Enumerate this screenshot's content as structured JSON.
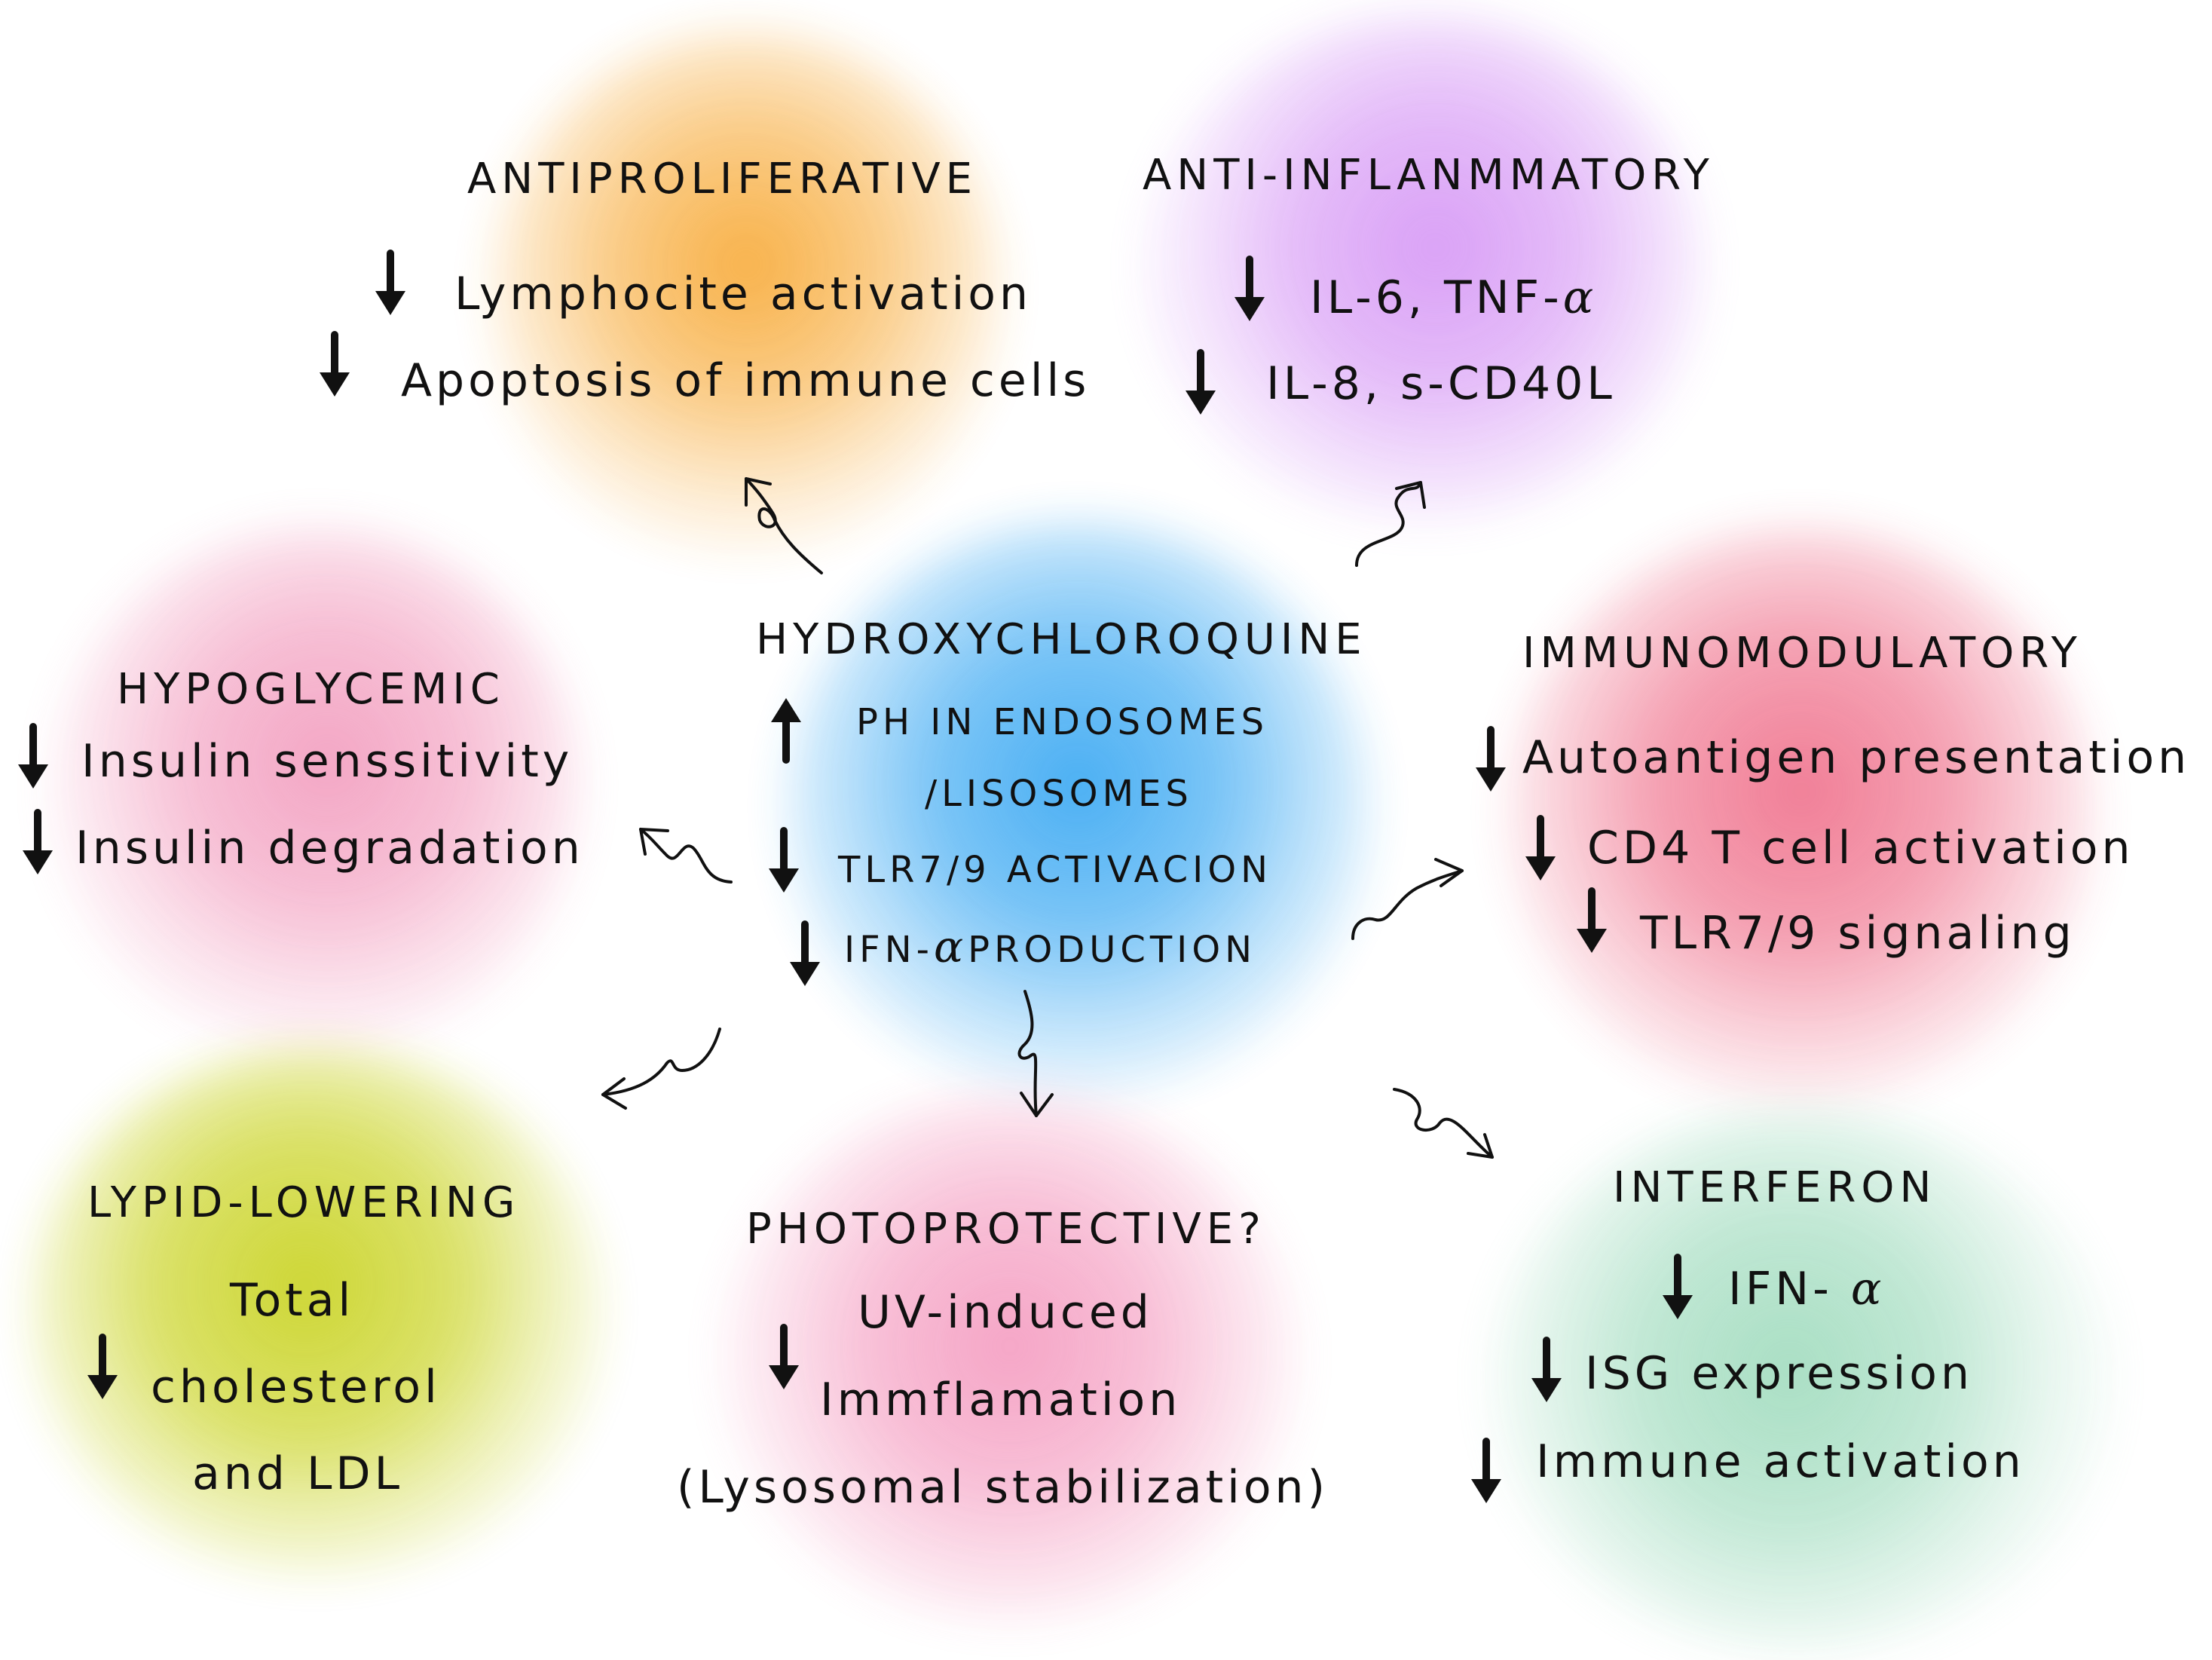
{
  "colors": {
    "antiproliferative": "#f7a833",
    "anti_inflammatory": "#d595f5",
    "hydroxychloroquine": "#35a6f2",
    "hypoglycemic": "#f29bbd",
    "immunomodulatory": "#ef6f8a",
    "lypid_lowering": "#c8d21d",
    "photoprotective": "#f49abf",
    "interferon": "#9fdbbd",
    "ink": "#111111"
  },
  "center": {
    "title": "HYDROXYCHLOROQUINE",
    "line1": "PH IN ENDOSOMES",
    "line2": "/LISOSOMES",
    "line3": "TLR7/9 ACTIVACION",
    "line4_prefix": "IFN-",
    "line4_greek": "α",
    "line4_suffix": "PRODUCTION"
  },
  "antiproliferative": {
    "title": "ANTIPROLIFERATIVE",
    "item1": "Lymphocite activation",
    "item2": "Apoptosis of immune cells"
  },
  "anti_inflammatory": {
    "title": "ANTI-INFLANMMATORY",
    "item1_prefix": "IL-6, TNF-",
    "item1_greek": "α",
    "item2": "IL-8, s-CD40L"
  },
  "hypoglycemic": {
    "title": "HYPOGLYCEMIC",
    "item1": "Insulin senssitivity",
    "item2": "Insulin degradation"
  },
  "immunomodulatory": {
    "title": "IMMUNOMODULATORY",
    "item1": "Autoantigen presentation",
    "item2": "CD4 T cell activation",
    "item3": "TLR7/9 signaling"
  },
  "lypid_lowering": {
    "title": "LYPID-LOWERING",
    "line1": "Total",
    "line2": "cholesterol",
    "line3": "and LDL"
  },
  "photoprotective": {
    "title": "PHOTOPROTECTIVE?",
    "line1": "UV-induced",
    "line2": "Immflamation",
    "line3": "(Lysosomal stabilization)"
  },
  "interferon": {
    "title": "INTERFERON",
    "item1_prefix": "IFN- ",
    "item1_greek": "α",
    "item2": "ISG expression",
    "item3": "Immune activation"
  }
}
